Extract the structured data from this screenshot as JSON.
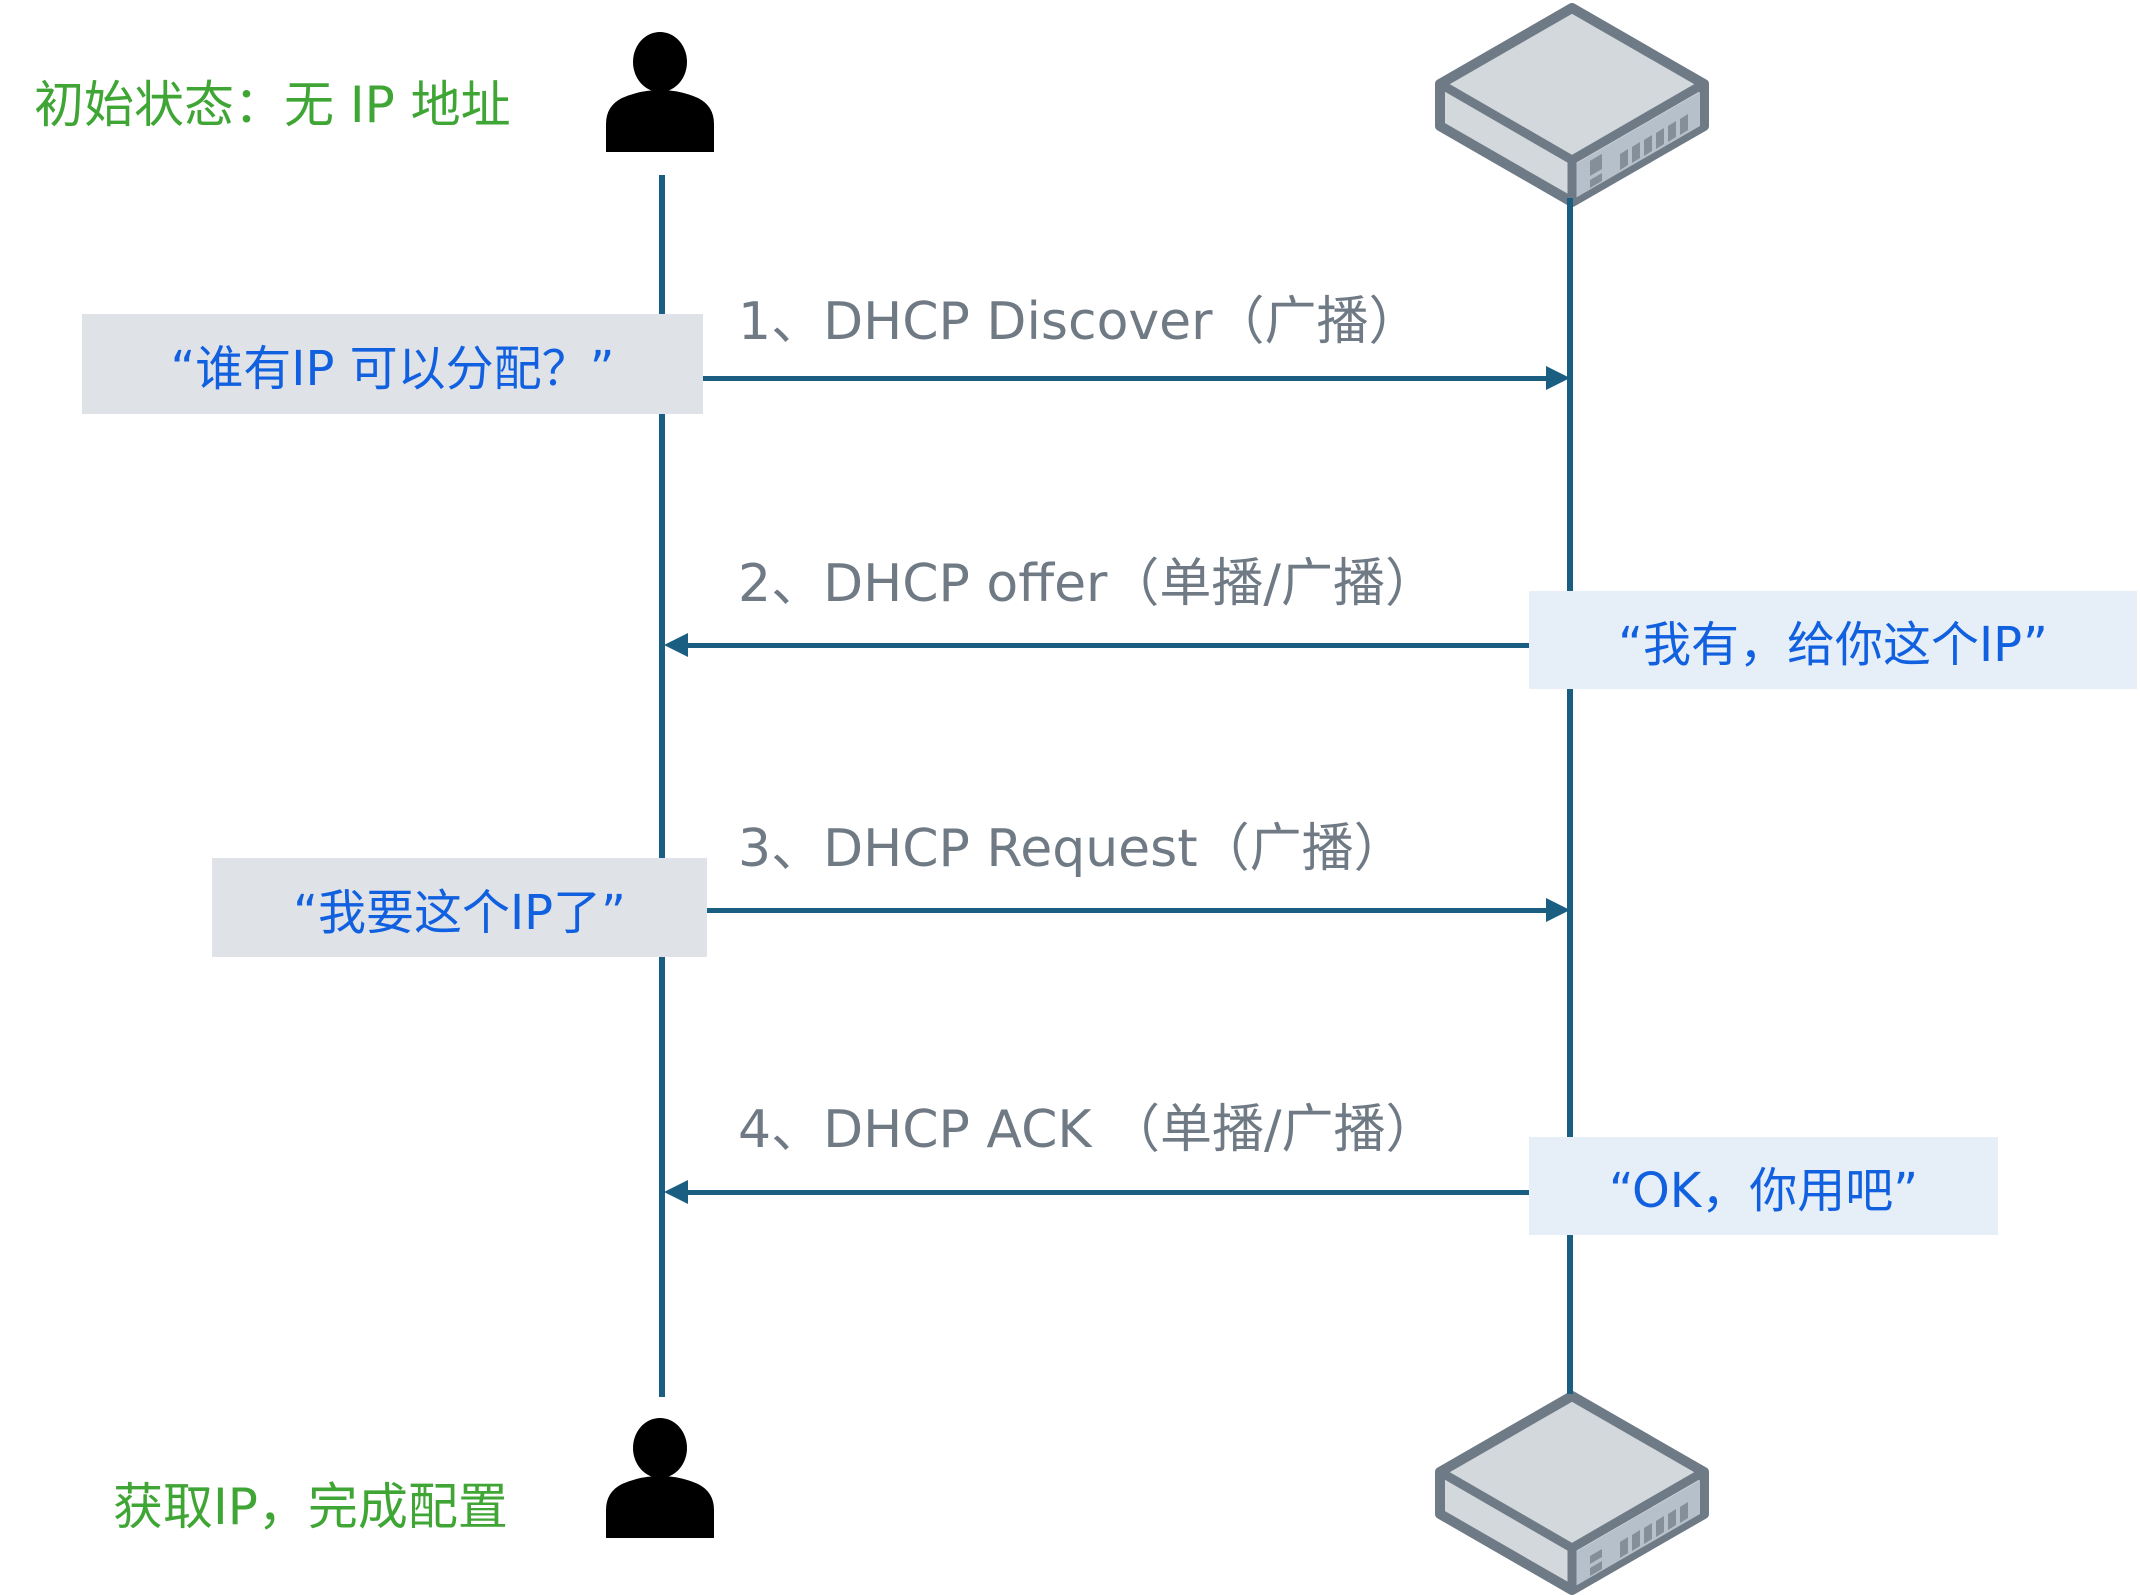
{
  "diagram": {
    "title": "DHCP four-step handshake",
    "colors": {
      "lifeline": "#1a5e82",
      "label_text": "#6f7a85",
      "quote_text": "#1060e0",
      "state_text": "#3fa535",
      "client_bubble": "#dfe3e8",
      "server_bubble": "#e6eef8",
      "server_icon_outline": "#6e7a85",
      "server_icon_fill": "#d3d8dd"
    },
    "actors": {
      "client": {
        "icon": "person-icon"
      },
      "server": {
        "icon": "server-icon"
      }
    },
    "states": {
      "initial": "初始状态：无 IP 地址",
      "final": "获取IP，完成配置"
    },
    "messages": [
      {
        "step": 1,
        "label": "1、DHCP Discover（广播）",
        "direction": "client-to-server",
        "quote": "“谁有IP 可以分配？”",
        "quote_side": "client"
      },
      {
        "step": 2,
        "label": "2、DHCP offer（单播/广播）",
        "direction": "server-to-client",
        "quote": "“我有，给你这个IP”",
        "quote_side": "server"
      },
      {
        "step": 3,
        "label": "3、DHCP Request（广播）",
        "direction": "client-to-server",
        "quote": "“我要这个IP了”",
        "quote_side": "client"
      },
      {
        "step": 4,
        "label": "4、DHCP ACK （单播/广播）",
        "direction": "server-to-client",
        "quote": "“OK，你用吧”",
        "quote_side": "server"
      }
    ]
  }
}
